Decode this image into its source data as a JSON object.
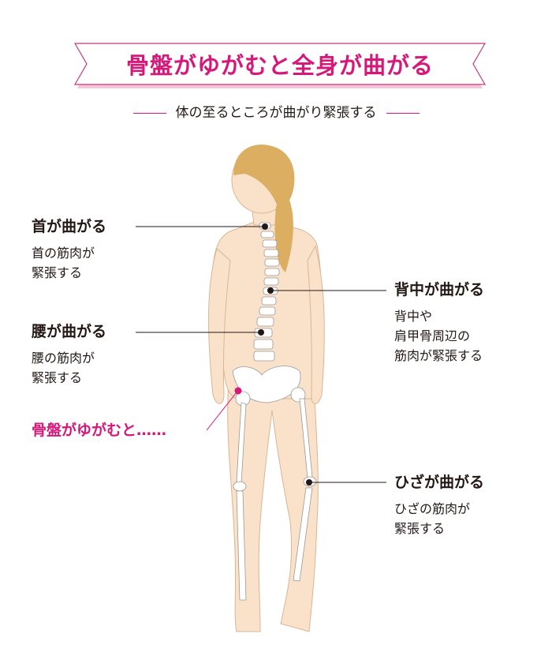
{
  "title": "骨盤がゆがむと全身が曲がる",
  "subtitle": "体の至るところが曲がり緊張する",
  "colors": {
    "accent": "#d6187a",
    "skin": "#f9e2c9",
    "hair": "#dcae62",
    "bone": "#ffffff"
  },
  "labels": {
    "neck": {
      "heading": "首が曲がる",
      "body": [
        "首の筋肉が",
        "緊張する"
      ]
    },
    "back": {
      "heading": "背中が曲がる",
      "body": [
        "背中や",
        "肩甲骨周辺の",
        "筋肉が緊張する"
      ]
    },
    "waist": {
      "heading": "腰が曲がる",
      "body": [
        "腰の筋肉が",
        "緊張する"
      ]
    },
    "pelvis": {
      "heading": "骨盤がゆがむと……"
    },
    "knee": {
      "heading": "ひざが曲がる",
      "body": [
        "ひざの筋肉が",
        "緊張する"
      ]
    }
  }
}
